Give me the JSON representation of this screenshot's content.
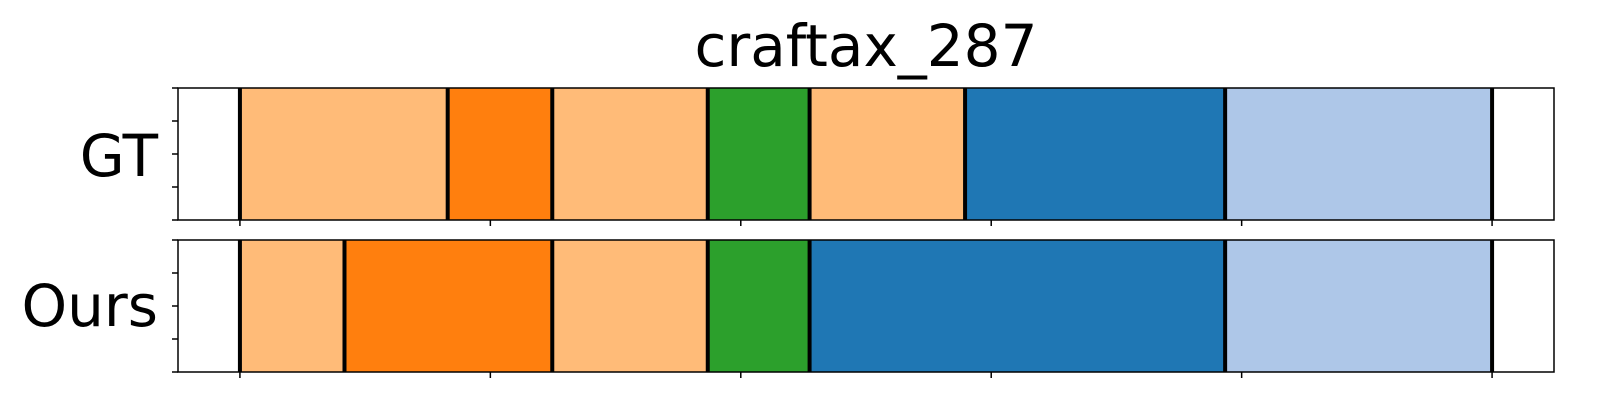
{
  "chart_data": {
    "type": "bar",
    "title": "craftax_287",
    "xlim": [
      0,
      1
    ],
    "grid": false,
    "rows": [
      {
        "label": "GT",
        "segments": [
          {
            "start": 0.045,
            "end": 0.196,
            "color": "#ffbb78"
          },
          {
            "start": 0.196,
            "end": 0.272,
            "color": "#ff7f0e"
          },
          {
            "start": 0.272,
            "end": 0.385,
            "color": "#ffbb78"
          },
          {
            "start": 0.385,
            "end": 0.459,
            "color": "#2ca02c"
          },
          {
            "start": 0.459,
            "end": 0.572,
            "color": "#ffbb78"
          },
          {
            "start": 0.572,
            "end": 0.761,
            "color": "#1f77b4"
          },
          {
            "start": 0.761,
            "end": 0.955,
            "color": "#aec7e8"
          }
        ]
      },
      {
        "label": "Ours",
        "segments": [
          {
            "start": 0.045,
            "end": 0.121,
            "color": "#ffbb78"
          },
          {
            "start": 0.121,
            "end": 0.272,
            "color": "#ff7f0e"
          },
          {
            "start": 0.272,
            "end": 0.385,
            "color": "#ffbb78"
          },
          {
            "start": 0.385,
            "end": 0.459,
            "color": "#2ca02c"
          },
          {
            "start": 0.459,
            "end": 0.761,
            "color": "#1f77b4"
          },
          {
            "start": 0.761,
            "end": 0.955,
            "color": "#aec7e8"
          }
        ]
      }
    ]
  }
}
